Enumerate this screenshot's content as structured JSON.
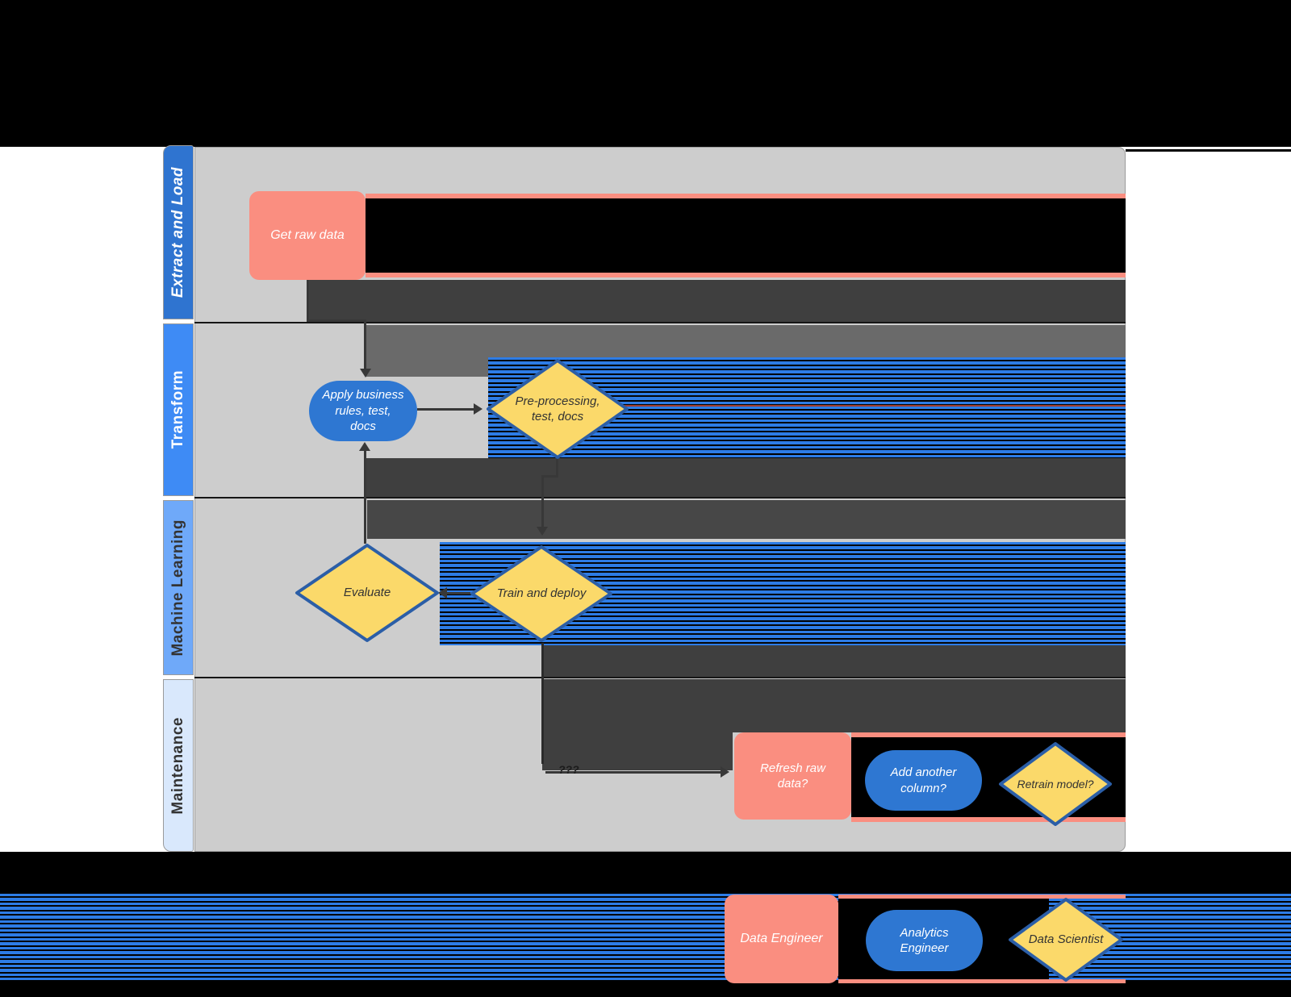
{
  "lanes": [
    {
      "id": "extract-and-load",
      "label": "Extract and Load",
      "color": "#2F74D0"
    },
    {
      "id": "transform",
      "label": "Transform",
      "color": "#3E8BF5"
    },
    {
      "id": "machine-learning",
      "label": "Machine Learning",
      "color": "#6FA9F9"
    },
    {
      "id": "maintenance",
      "label": "Maintenance",
      "color": "#D9E8FC"
    }
  ],
  "nodes": {
    "get_raw_data": {
      "label": "Get raw data",
      "shape": "rectangle",
      "lane": "Extract and Load",
      "role": "Data Engineer"
    },
    "apply_business_rules": {
      "label": "Apply business\nrules, test,\ndocs",
      "shape": "stadium",
      "lane": "Transform",
      "role": "Analytics Engineer"
    },
    "pre_processing": {
      "label": "Pre-processing,\ntest, docs",
      "shape": "diamond",
      "lane": "Transform",
      "role": "Data Scientist"
    },
    "evaluate": {
      "label": "Evaluate",
      "shape": "diamond",
      "lane": "Machine Learning",
      "role": "Data Scientist"
    },
    "train_and_deploy": {
      "label": "Train and deploy",
      "shape": "diamond",
      "lane": "Machine Learning",
      "role": "Data Scientist"
    },
    "refresh_raw_data": {
      "label": "Refresh raw\ndata?",
      "shape": "rectangle",
      "lane": "Maintenance",
      "role": "Data Engineer"
    },
    "add_another_column": {
      "label": "Add another\ncolumn?",
      "shape": "stadium",
      "lane": "Maintenance",
      "role": "Analytics Engineer"
    },
    "retrain_model": {
      "label": "Retrain model?",
      "shape": "diamond",
      "lane": "Maintenance",
      "role": "Data Scientist"
    }
  },
  "connectors": {
    "maintenance_loop_label": "???"
  },
  "legend": {
    "data_engineer": {
      "label": "Data Engineer",
      "shape": "rectangle",
      "color": "#FA8E80"
    },
    "analytics_engineer": {
      "label": "Analytics\nEngineer",
      "shape": "stadium",
      "color": "#2E77D2"
    },
    "data_scientist": {
      "label": "Data Scientist",
      "shape": "diamond",
      "color": "#FBD96A"
    }
  },
  "colors": {
    "salmon": "#FA8E80",
    "node_blue": "#2E77D2",
    "diamond_fill": "#FBD96A",
    "diamond_border": "#2B5EA7",
    "lane_body_gray": "#CDCDCD",
    "artifact_dark": "#3F3F3F",
    "artifact_black": "#000000",
    "stripe_blue": "#2D7CE6",
    "connector": "#383838"
  }
}
